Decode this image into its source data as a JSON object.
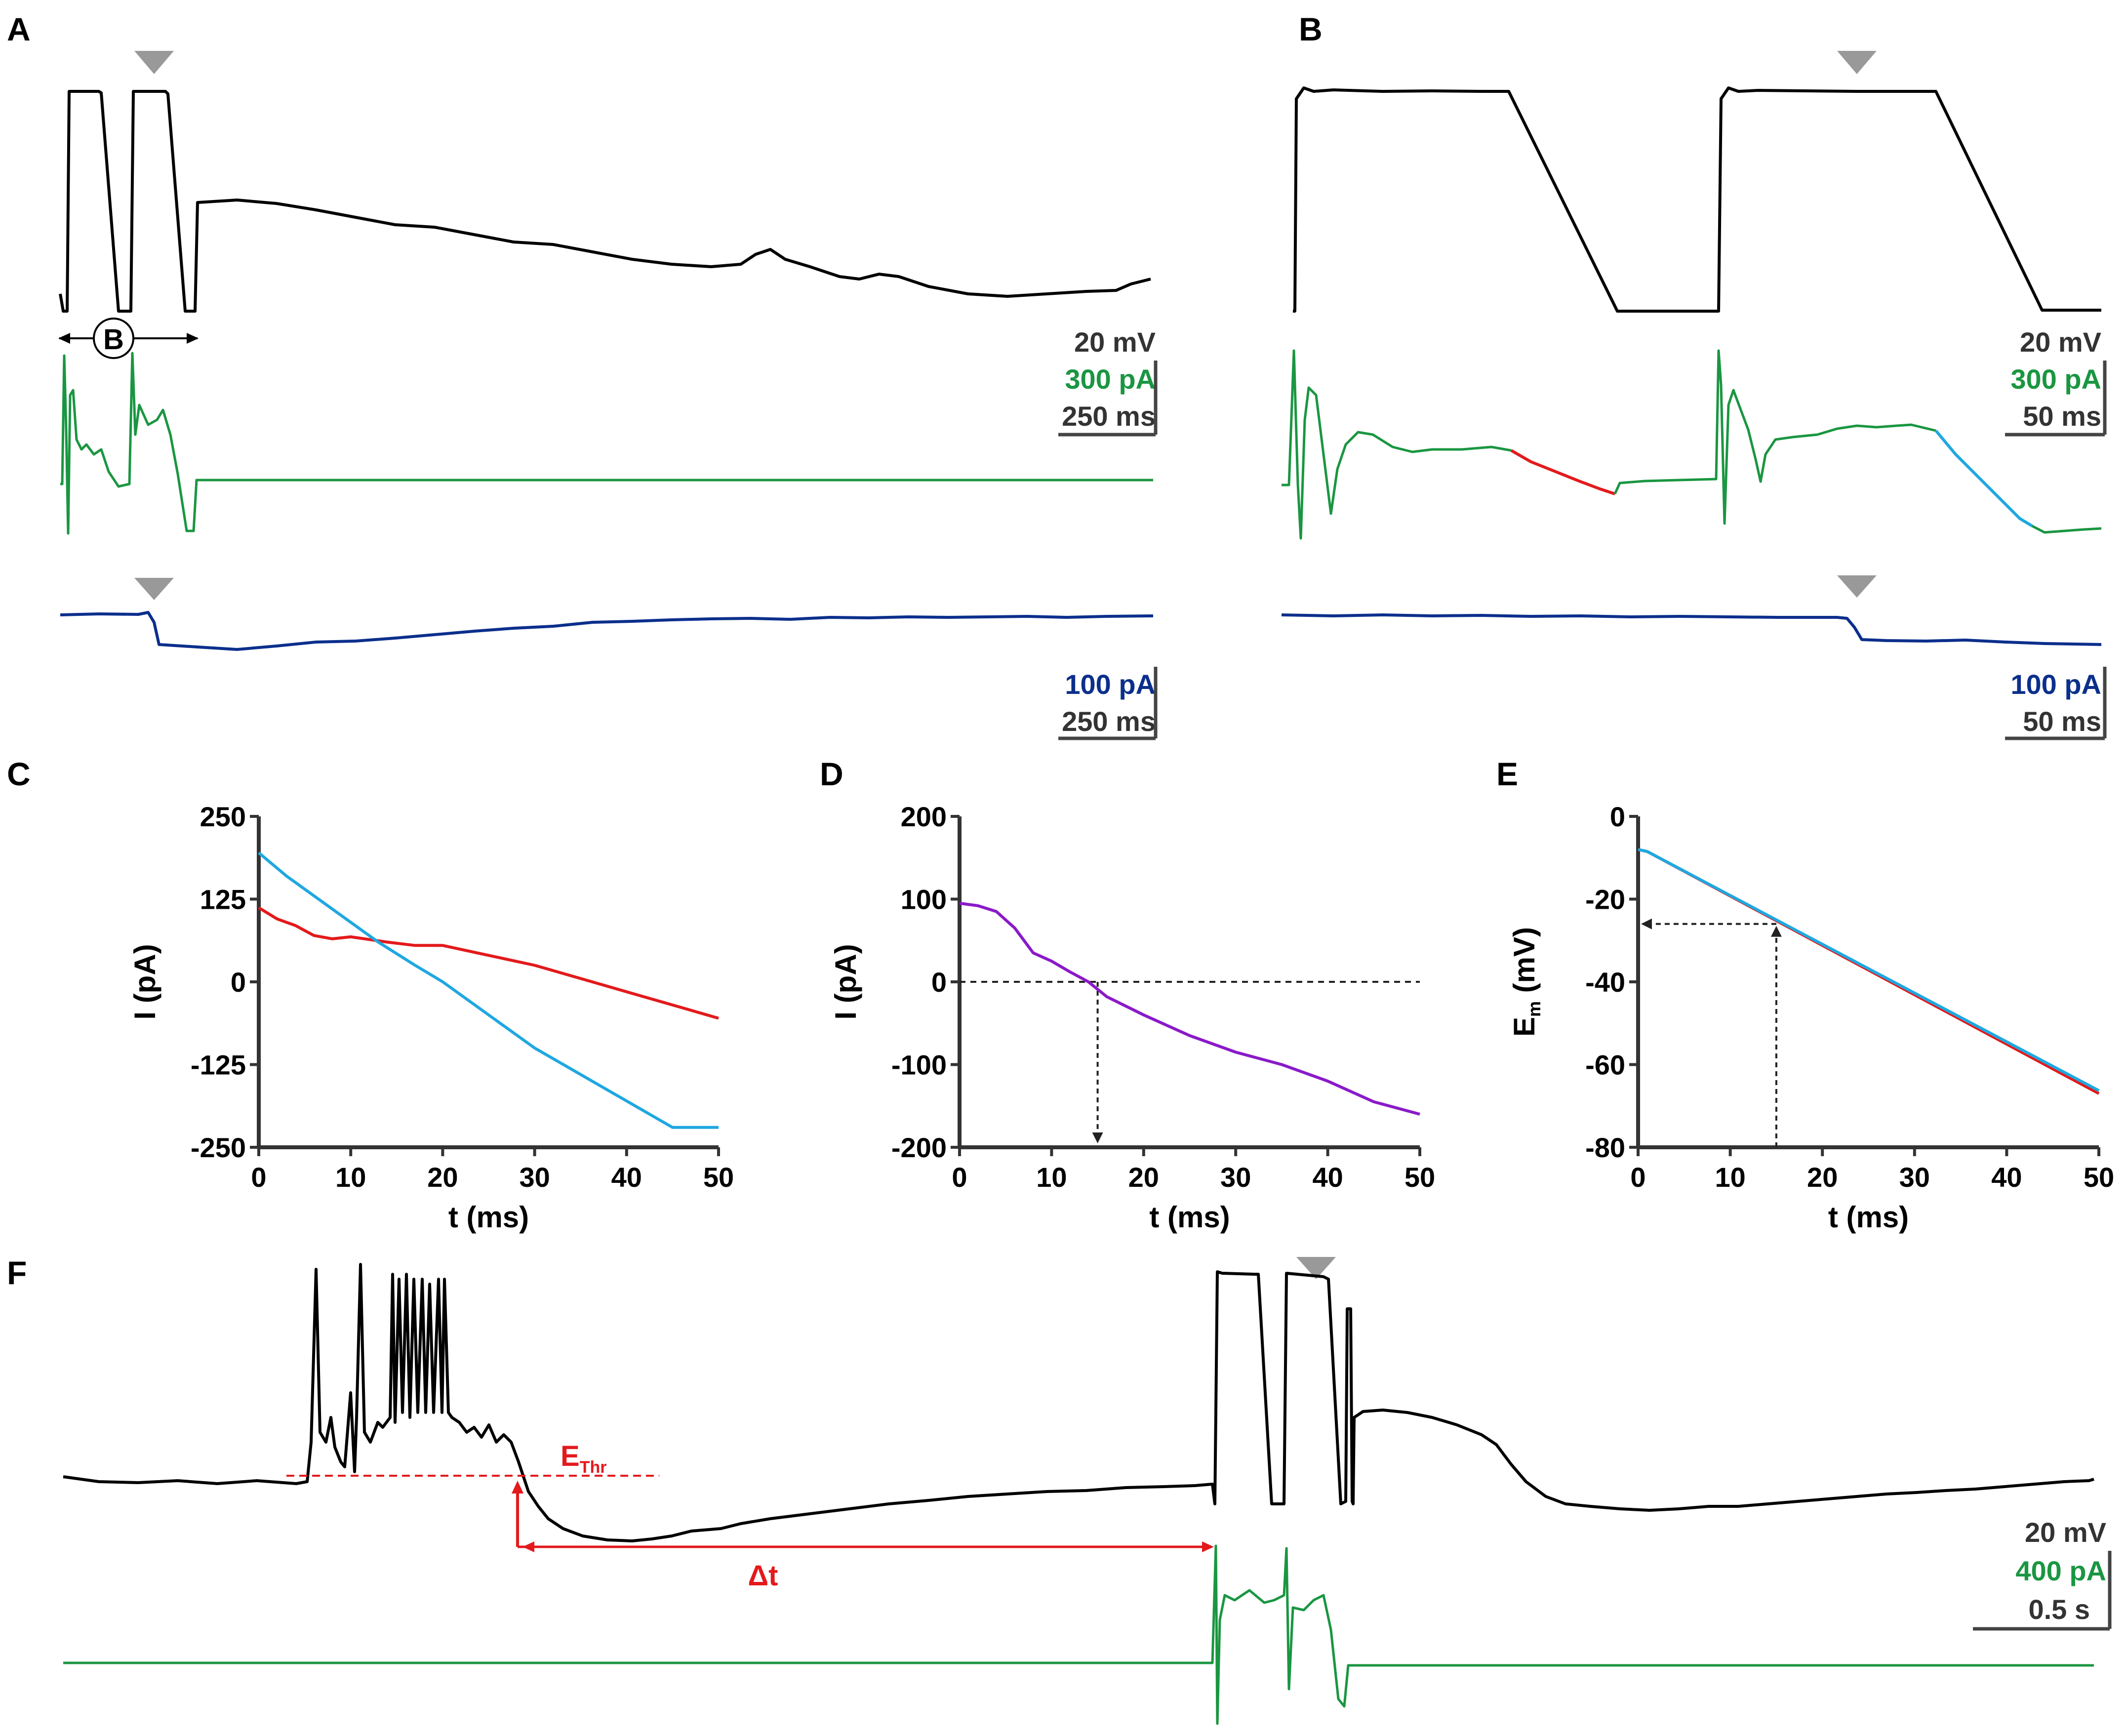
{
  "panels": {
    "A": {
      "label": "A",
      "bracket_label": "B",
      "scalebar_top": {
        "voltage": "20 mV",
        "current": "300 pA",
        "time": "250 ms"
      },
      "scalebar_bottom": {
        "current": "100 pA",
        "time": "250 ms"
      }
    },
    "B": {
      "label": "B",
      "scalebar_top": {
        "voltage": "20 mV",
        "current": "300 pA",
        "time": "50 ms"
      },
      "scalebar_bottom": {
        "current": "100 pA",
        "time": "50 ms"
      }
    },
    "F": {
      "label": "F",
      "threshold_label": "E",
      "threshold_sub": "Thr",
      "delta_label": "Δt",
      "scalebar": {
        "voltage": "20 mV",
        "current": "400 pA",
        "time": "0.5 s"
      }
    }
  },
  "colors": {
    "voltage": "#000000",
    "stim_current": "#1a9641",
    "holding_current": "#0b2f8c",
    "trace_red": "#e31a1c",
    "trace_cyan": "#1fa8e0",
    "trace_purple": "#8a1ac9",
    "marker_gray": "#999999"
  },
  "chart_data": [
    {
      "id": "C",
      "label": "C",
      "type": "line",
      "xlabel": "t (ms)",
      "ylabel": "I (pA)",
      "xlim": [
        0,
        50
      ],
      "ylim": [
        -250,
        250
      ],
      "xticks": [
        0,
        10,
        20,
        30,
        40,
        50
      ],
      "yticks": [
        250,
        125,
        0,
        -125,
        -250
      ],
      "series": [
        {
          "color": "#e31a1c",
          "x": [
            0,
            2,
            4,
            6,
            8,
            10,
            14,
            17,
            20,
            25,
            30,
            35,
            40,
            45,
            50
          ],
          "y": [
            112,
            95,
            85,
            70,
            65,
            68,
            60,
            55,
            55,
            40,
            25,
            5,
            -15,
            -35,
            -55
          ]
        },
        {
          "color": "#1fa8e0",
          "x": [
            0,
            3,
            6,
            10,
            13,
            17,
            20,
            25,
            30,
            35,
            40,
            45,
            50
          ],
          "y": [
            195,
            160,
            130,
            90,
            60,
            25,
            0,
            -50,
            -100,
            -140,
            -180,
            -220,
            -220
          ]
        }
      ]
    },
    {
      "id": "D",
      "label": "D",
      "type": "line",
      "xlabel": "t (ms)",
      "ylabel": "I (pA)",
      "xlim": [
        0,
        50
      ],
      "ylim": [
        -200,
        200
      ],
      "xticks": [
        0,
        10,
        20,
        30,
        40,
        50
      ],
      "yticks": [
        200,
        100,
        0,
        -100,
        -200
      ],
      "series": [
        {
          "color": "#8a1ac9",
          "x": [
            0,
            2,
            4,
            6,
            8,
            10,
            12,
            14,
            16,
            20,
            25,
            30,
            35,
            40,
            45,
            50
          ],
          "y": [
            95,
            92,
            85,
            65,
            35,
            25,
            12,
            0,
            -18,
            -40,
            -65,
            -85,
            -100,
            -120,
            -145,
            -160
          ]
        }
      ],
      "annotations": {
        "zero_line": 0,
        "crossing_x": 15
      }
    },
    {
      "id": "E",
      "label": "E",
      "type": "line",
      "xlabel": "t (ms)",
      "ylabel": "E",
      "ylabel_sub": "m",
      "ylabel_unit": " (mV)",
      "xlim": [
        0,
        50
      ],
      "ylim": [
        -80,
        0
      ],
      "xticks": [
        0,
        10,
        20,
        30,
        40,
        50
      ],
      "yticks": [
        0,
        -20,
        -40,
        -60,
        -80
      ],
      "series": [
        {
          "color": "#e31a1c",
          "x": [
            0,
            1,
            50
          ],
          "y": [
            -8,
            -8.5,
            -67
          ]
        },
        {
          "color": "#1fa8e0",
          "x": [
            0,
            1,
            50
          ],
          "y": [
            -8,
            -8.5,
            -66.3
          ]
        }
      ],
      "annotations": {
        "crossing_x": 15,
        "crossing_y": -26
      }
    }
  ]
}
